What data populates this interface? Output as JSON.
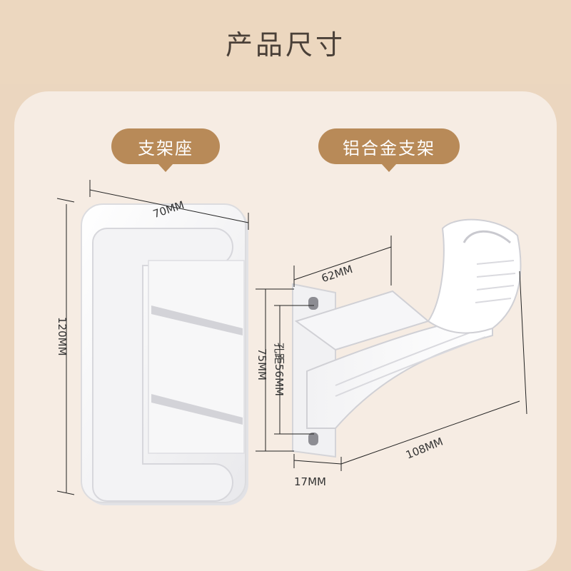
{
  "header": {
    "title": "产品尺寸"
  },
  "labels": {
    "left_part": "支架座",
    "right_part": "铝合金支架"
  },
  "dimensions": {
    "base_width": "70MM",
    "base_height": "120MM",
    "bracket_depth": "62MM",
    "bracket_height": "75MM",
    "hole_spacing": "孔距56MM",
    "bracket_width": "17MM",
    "bracket_length": "108MM"
  },
  "colors": {
    "header_bg": "#ecd7bf",
    "panel_bg": "#f6ece3",
    "tag_bg": "#b88a58",
    "product": "#ffffff"
  }
}
